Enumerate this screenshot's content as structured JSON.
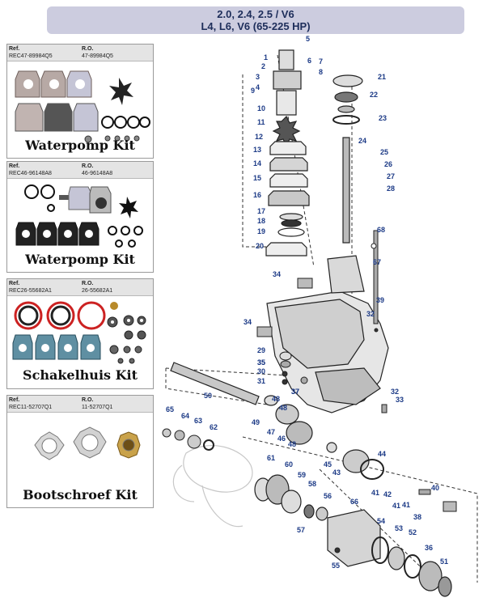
{
  "header": {
    "line1": "2.0, 2.4, 2.5 / V6",
    "line2": "L4, L6, V6 (65-225 HP)"
  },
  "kits": [
    {
      "ref_label": "Ref.",
      "ro_label": "R.O.",
      "ref": "REC47-89984Q5",
      "ro": "47-89984Q5",
      "title": "Waterpomp Kit"
    },
    {
      "ref_label": "Ref.",
      "ro_label": "R.O.",
      "ref": "REC46-96148A8",
      "ro": "46-96148A8",
      "title": "Waterpomp Kit"
    },
    {
      "ref_label": "Ref.",
      "ro_label": "R.O.",
      "ref": "REC26-55682A1",
      "ro": "26-55682A1",
      "title": "Schakelhuis Kit"
    },
    {
      "ref_label": "Ref.",
      "ro_label": "R.O.",
      "ref": "REC11-52707Q1",
      "ro": "11-52707Q1",
      "title": "Bootschroef Kit"
    }
  ],
  "part_numbers": [
    "1",
    "2",
    "3",
    "4",
    "5",
    "6",
    "7",
    "8",
    "9",
    "10",
    "11",
    "12",
    "13",
    "14",
    "15",
    "16",
    "17",
    "18",
    "19",
    "20",
    "21",
    "22",
    "23",
    "24",
    "25",
    "26",
    "27",
    "28",
    "29",
    "30",
    "31",
    "32",
    "33",
    "34",
    "35",
    "36",
    "37",
    "38",
    "39",
    "40",
    "41",
    "42",
    "43",
    "44",
    "45",
    "46",
    "47",
    "48",
    "49",
    "50",
    "51",
    "52",
    "53",
    "54",
    "55",
    "56",
    "57",
    "58",
    "59",
    "60",
    "61",
    "62",
    "63",
    "64",
    "65",
    "66",
    "67",
    "68"
  ],
  "extra_labels": [
    "32",
    "34",
    "35",
    "37",
    "41",
    "41",
    "48",
    "48"
  ]
}
